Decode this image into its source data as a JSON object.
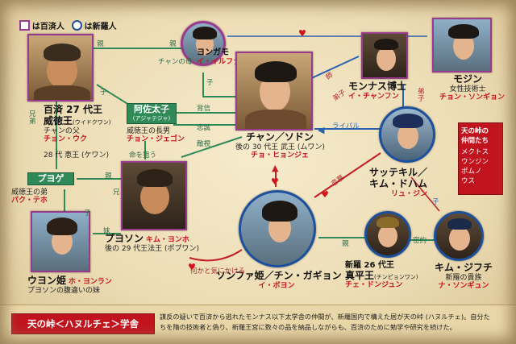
{
  "legend": {
    "baekje": "は百済人",
    "silla": "は新羅人"
  },
  "relations": {
    "shin": "親",
    "ko_left": "子",
    "shin_top": "親",
    "chan_haha": "チャンの母",
    "ko_mid": "子",
    "haisin": "背信",
    "chusei": "忠誠",
    "inochi": "命を狙う",
    "tekishi": "敵視",
    "kyoudai": "兄弟",
    "oya2": "親",
    "ani": "兄",
    "imouto": "妹",
    "ko_bottom": "子",
    "nanika": "何かと気にかける",
    "shi": "師",
    "deshi": "弟子",
    "deshi2": "弟子",
    "rival": "ライバル",
    "renai": "恋慕",
    "shin_r": "親",
    "mitsuyaku": "密約",
    "ko_r": "子"
  },
  "people": {
    "yongamo": {
      "name": "ヨンガモ",
      "actor": "イ・イルファ"
    },
    "king_top": {
      "name": "百済 27 代王",
      "name2": "威徳王",
      "sub": "(ウイドクワン)",
      "desc": "チャンの父",
      "actor": "チョン・ウク",
      "desc2": "28 代 恵王 (ケワン)"
    },
    "asa": {
      "name": "阿佐太子",
      "sub": "(アジャテジャ)",
      "desc1": "威徳王の長男",
      "actor": "チョン・ジェゴン"
    },
    "chan": {
      "name": "チャン／ソドン",
      "desc": "後の 30 代王 武王 (ムワン)",
      "actor": "チョ・ヒョンジェ"
    },
    "monnas": {
      "name": "モンナス博士",
      "actor": "イ・チャンフン"
    },
    "mojin": {
      "name": "モジン",
      "desc": "女性技術士",
      "actor": "チョン・ソンギョン"
    },
    "sattekiru": {
      "name": "サッテキル／",
      "name2": "キム・ドハム",
      "actor": "リュ・ジン"
    },
    "friends": {
      "title": "天の峠の",
      "title2": "仲間たち",
      "members": [
        "メクトス",
        "ウンジン",
        "ポムノ",
        "ウス"
      ]
    },
    "puyoge": {
      "name": "プヨゲ",
      "desc": "威徳王の弟",
      "actor": "パク・テホ"
    },
    "puyoson": {
      "name": "プヨソン",
      "actor": "キム・ヨンホ",
      "desc": "後の 29 代王法王 (ポプワン)"
    },
    "uyon": {
      "name": "ウヨン姫",
      "actor": "ホ・ヨンラン",
      "desc": "プヨソンの腹違いの妹"
    },
    "sonfa": {
      "name": "ソンファ姫／チン・ガギョン",
      "actor": "イ・ボヨン"
    },
    "shinpyeong": {
      "name": "新羅 26 代王",
      "name2": "真平王",
      "sub": "(チンピョンワン)",
      "actor": "チェ・ドンジュン"
    },
    "kimsuhu": {
      "name": "キム・ジフチ",
      "desc": "新羅の貴族",
      "actor": "ナ・ソンギュン"
    }
  },
  "footer": {
    "title": "天の峠＜ハヌルチェ＞学舎",
    "text1": "謀反の疑いで百済から逃れたモンナス以下太学舎の仲間が、新羅国内で構えた居が天の峠 (ハヌルチェ)。自分た",
    "text2": "ちを隋の技術者と偽り、新羅王宮に数々の品を納品しながらも、百済のために勉学や研究を続けた。"
  },
  "colors": {
    "baekje": "#9a3a8e",
    "silla": "#1c4f9c",
    "line_green": "#2f8a58",
    "line_blue": "#2b62b0",
    "line_red": "#c21d25"
  }
}
